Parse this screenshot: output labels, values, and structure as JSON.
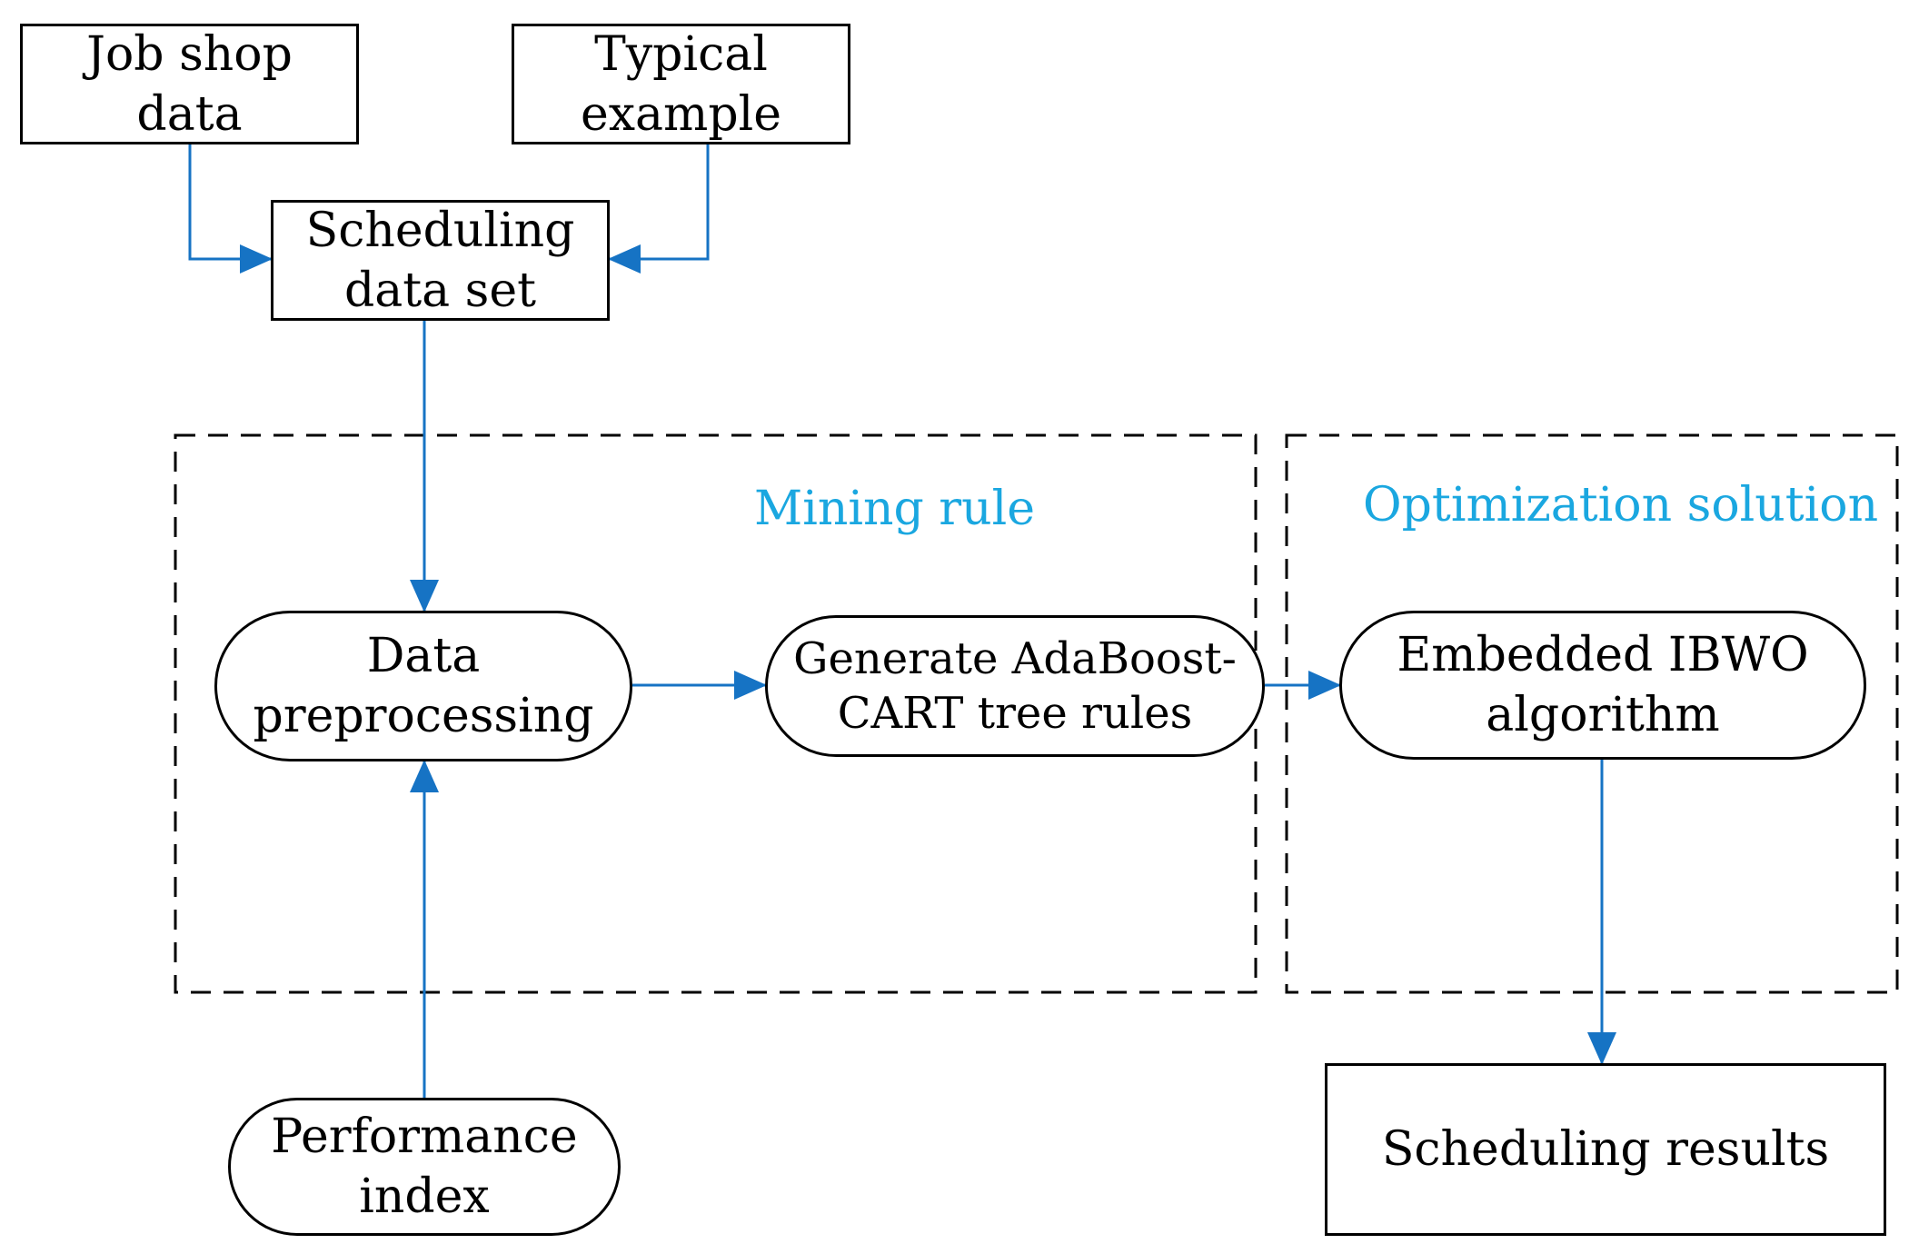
{
  "nodes": {
    "job_shop_data": [
      "Job shop",
      "data"
    ],
    "typical_example": [
      "Typical",
      "example"
    ],
    "scheduling_data_set": [
      "Scheduling",
      "data set"
    ],
    "data_preprocessing": [
      "Data",
      "preprocessing"
    ],
    "generate_rules": [
      "Generate AdaBoost-",
      "CART tree rules"
    ],
    "embedded_ibwo": [
      "Embedded IBWO",
      "algorithm"
    ],
    "performance_index": [
      "Performance",
      "index"
    ],
    "scheduling_results": [
      "Scheduling results"
    ]
  },
  "groups": {
    "mining_rule": "Mining  rule",
    "optimization_solution": "Optimization solution"
  },
  "colors": {
    "arrow": "#1673c4",
    "group_label": "#1aa7e0",
    "border": "#000000"
  }
}
